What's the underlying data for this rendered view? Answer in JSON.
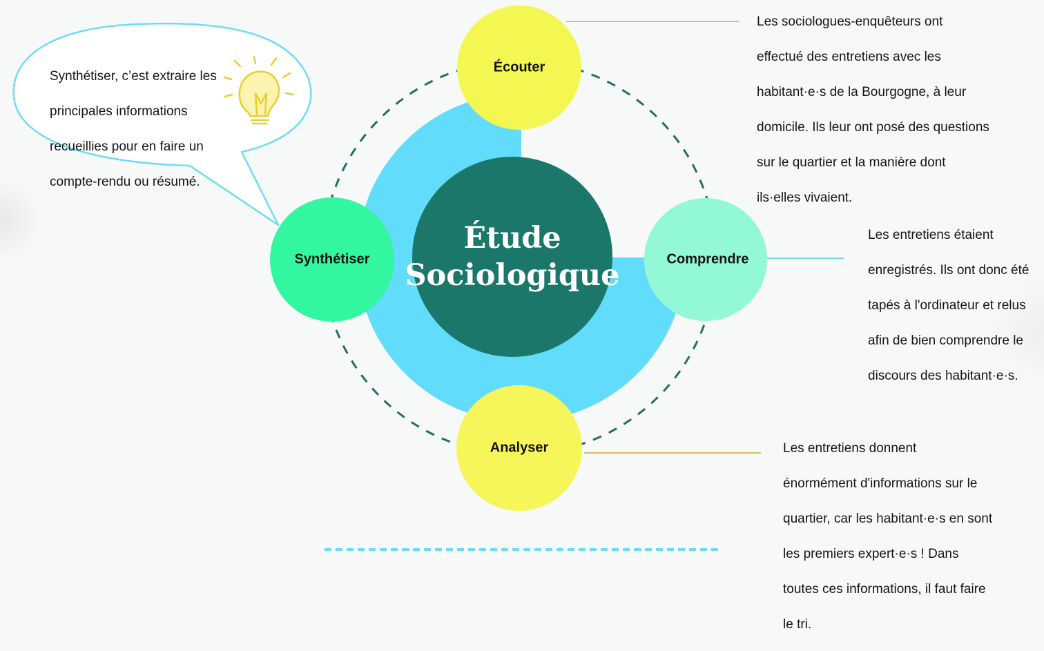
{
  "diagram": {
    "center": {
      "line1": "Étude",
      "line2": "Sociologique"
    },
    "steps": {
      "ecouter": "Écouter",
      "comprendre": "Comprendre",
      "analyser": "Analyser",
      "synthetiser": "Synthétiser"
    },
    "colors": {
      "center": "#1b7769",
      "ring": "#62dcfb",
      "ecouter": "#f4f752",
      "analyser": "#f6f55a",
      "comprendre": "#93f8d6",
      "synthetiser": "#32f7a0",
      "dashed_circle": "#236e63",
      "callout_border": "#6fdcf3",
      "leader_line": "#d8bd6a"
    }
  },
  "notes": {
    "ecouter": [
      "Les sociologues-enquêteurs ont",
      "effectué des entretiens avec les",
      "habitant·e·s de la Bourgogne,  à leur",
      "domicile. Ils leur ont posé des questions",
      "sur le quartier et la manière dont",
      "ils·elles vivaient."
    ],
    "comprendre": [
      "Les entretiens étaient",
      "enregistrés. Ils ont donc été",
      "tapés à l'ordinateur et relus",
      "afin de bien comprendre  le",
      "discours des habitant·e·s."
    ],
    "analyser": [
      "Les entretiens donnent",
      "énormément d'informations sur le",
      "quartier, car les habitant·e·s en sont",
      "les premiers expert·e·s ! Dans",
      "toutes ces informations, il faut faire",
      "le tri."
    ],
    "synthetiser": [
      "Synthétiser, c’est extraire les",
      "principales informations",
      "recueillies pour en faire un",
      "compte-rendu ou résumé."
    ]
  },
  "icons": {
    "callout_icon": "lightbulb-icon"
  }
}
